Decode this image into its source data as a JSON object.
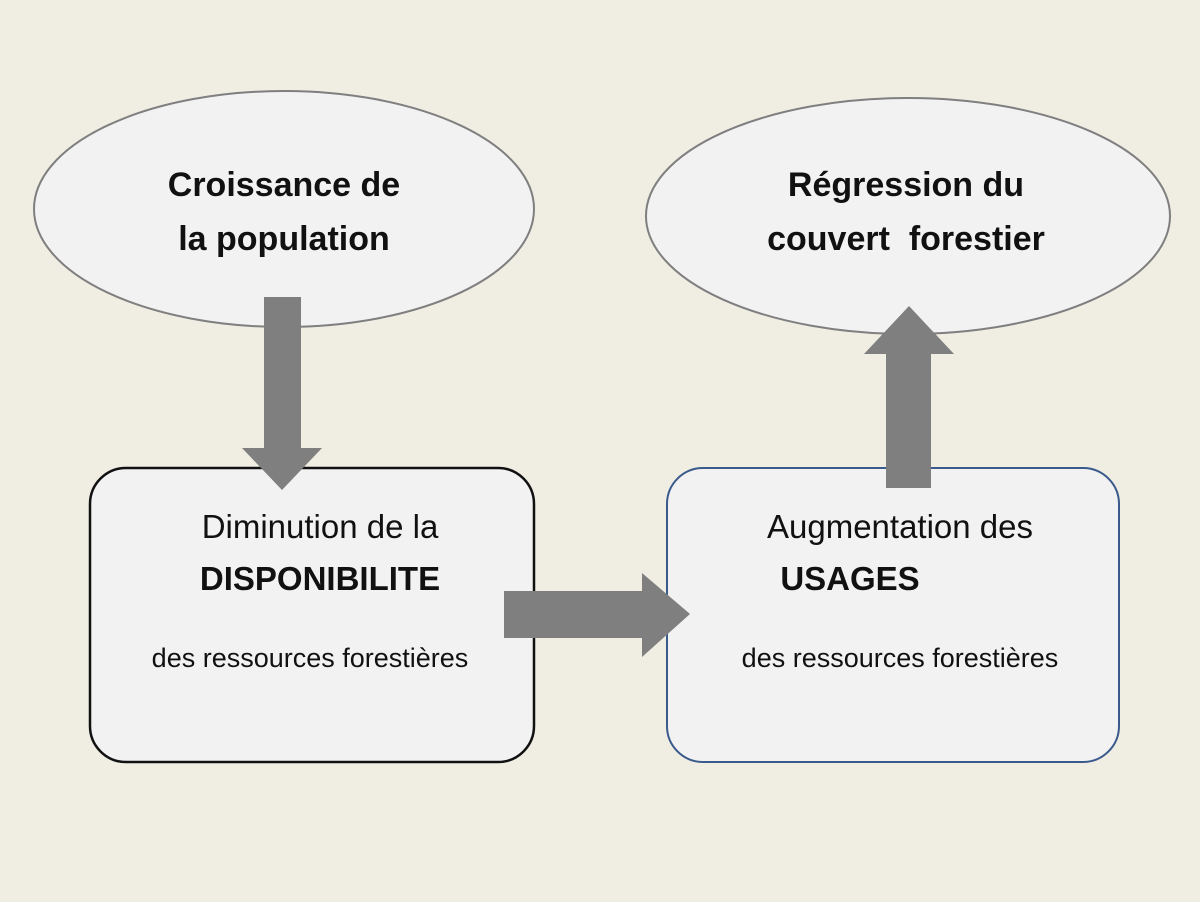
{
  "diagram": {
    "nodes": {
      "population": {
        "line1": "Croissance de",
        "line2": "la population"
      },
      "regression": {
        "line1": "Régression du",
        "line2": "couvert  forestier"
      },
      "diminution": {
        "line1": "Diminution de la",
        "line2": "DISPONIBILITE",
        "line3": "des ressources forestières"
      },
      "augmentation": {
        "line1": "Augmentation des",
        "line2": "USAGES",
        "line3": "des ressources forestières"
      }
    },
    "edges": [
      {
        "from": "population",
        "to": "diminution"
      },
      {
        "from": "diminution",
        "to": "augmentation"
      },
      {
        "from": "augmentation",
        "to": "regression"
      }
    ],
    "colors": {
      "background": "#f0ede3",
      "node_fill": "#f2f2f2",
      "ellipse_stroke": "#7f7f7f",
      "box_left_stroke": "#111111",
      "box_right_stroke": "#3a5a8c",
      "arrow": "#7f7f7f"
    }
  }
}
